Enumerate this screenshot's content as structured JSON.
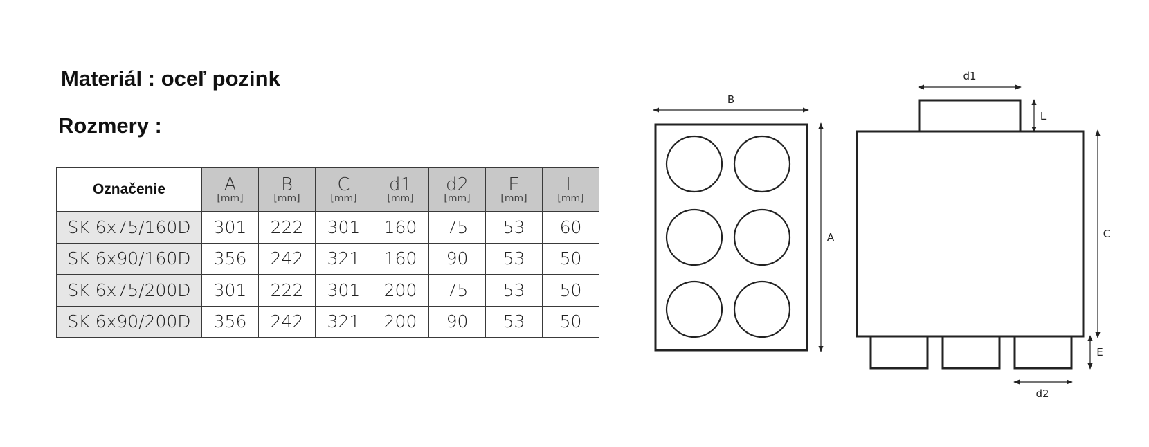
{
  "headings": {
    "material": "Materiál : oceľ pozink",
    "dimensions": "Rozmery :"
  },
  "table": {
    "name_header": "Označenie",
    "columns": [
      {
        "symbol": "A",
        "unit": "[mm]"
      },
      {
        "symbol": "B",
        "unit": "[mm]"
      },
      {
        "symbol": "C",
        "unit": "[mm]"
      },
      {
        "symbol": "d1",
        "unit": "[mm]"
      },
      {
        "symbol": "d2",
        "unit": "[mm]"
      },
      {
        "symbol": "E",
        "unit": "[mm]"
      },
      {
        "symbol": "L",
        "unit": "[mm]"
      }
    ],
    "rows": [
      {
        "name": "SK 6x75/160D",
        "values": [
          "301",
          "222",
          "301",
          "160",
          "75",
          "53",
          "60"
        ]
      },
      {
        "name": "SK 6x90/160D",
        "values": [
          "356",
          "242",
          "321",
          "160",
          "90",
          "53",
          "50"
        ]
      },
      {
        "name": "SK 6x75/200D",
        "values": [
          "301",
          "222",
          "301",
          "200",
          "75",
          "53",
          "50"
        ]
      },
      {
        "name": "SK 6x90/200D",
        "values": [
          "356",
          "242",
          "321",
          "200",
          "90",
          "53",
          "50"
        ]
      }
    ]
  },
  "drawing_labels": {
    "front_width": "B",
    "front_height": "A",
    "side_top_diameter": "d1",
    "side_top_length": "L",
    "side_height": "C",
    "side_bottom_length": "E",
    "side_bottom_diameter": "d2"
  },
  "colors": {
    "header_fill": "#c8c8c8",
    "name_cell_fill": "#e6e6e6",
    "line": "#222222"
  }
}
